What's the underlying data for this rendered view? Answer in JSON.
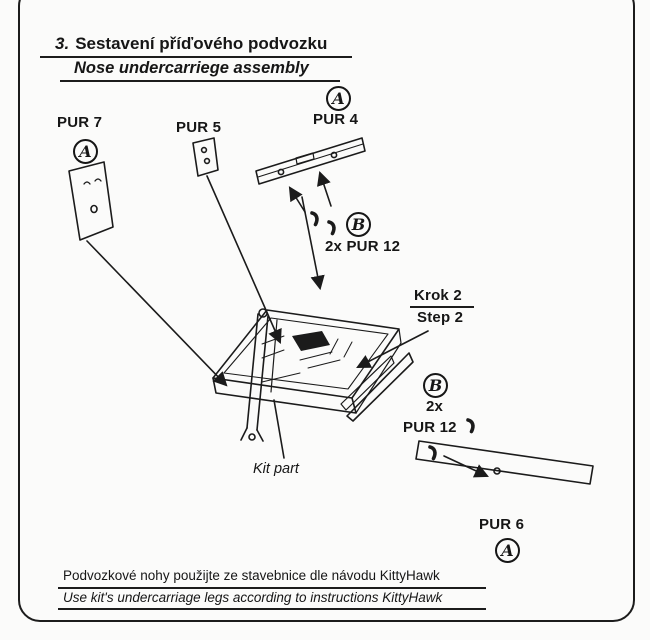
{
  "title": {
    "step": "3.",
    "cs": "Sestavení příďového podvozku",
    "en": "Nose undercarriege assembly"
  },
  "callouts": {
    "pur7": "PUR 7",
    "pur5": "PUR 5",
    "pur4": "PUR 4",
    "pur12_top": "2x PUR 12",
    "krok": "Krok 2",
    "step": "Step 2",
    "qty": "2x",
    "pur12": "PUR 12",
    "kit_part": "Kit part",
    "pur6": "PUR 6",
    "marker_a": "A",
    "marker_b": "B"
  },
  "footer": {
    "cs": "Podvozkové nohy použijte ze stavebnice dle návodu KittyHawk",
    "en": "Use kit's undercarriage legs according to instructions KittyHawk"
  },
  "colors": {
    "ink": "#1c1c1c",
    "paper": "#fbfbfa"
  }
}
